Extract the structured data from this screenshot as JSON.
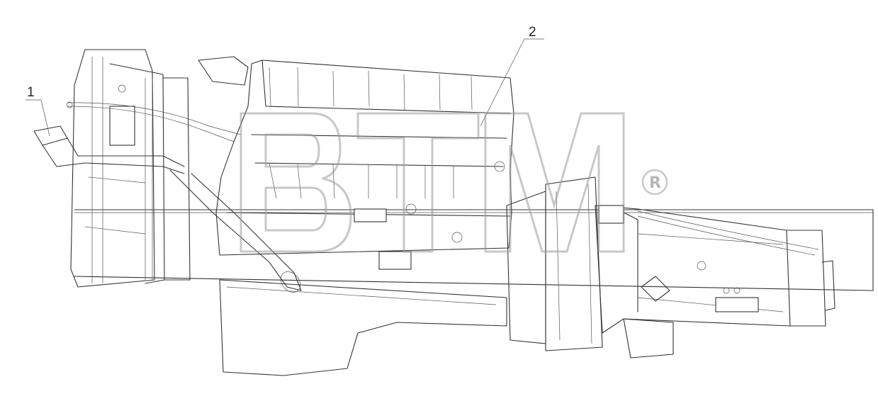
{
  "callouts": [
    {
      "id": "1",
      "label": "1"
    },
    {
      "id": "2",
      "label": "2"
    }
  ],
  "watermark": {
    "text": "BTM",
    "registered_mark": "®"
  },
  "colors": {
    "line": "#333333",
    "watermark": "#9a9a9a",
    "background": "#ffffff"
  }
}
